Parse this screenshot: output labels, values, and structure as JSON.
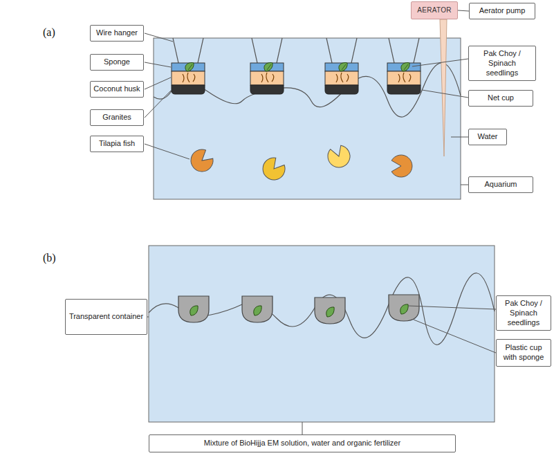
{
  "diagram": {
    "nodes": [
      {
        "text": [
          "Wire hanger"
        ]
      },
      {
        "text": [
          "Sponge"
        ]
      },
      {
        "text": [
          "Coconut husk"
        ]
      },
      {
        "text": [
          "Granites"
        ]
      },
      {
        "text": [
          "Tilapia fish"
        ]
      },
      {
        "text": [
          "AERATOR"
        ]
      },
      {
        "text": [
          "Aerator pump"
        ]
      },
      {
        "text": [
          "Pak Choy / Spinach seedlings"
        ]
      },
      {
        "text": [
          "Net cup"
        ]
      },
      {
        "text": [
          "Water"
        ]
      },
      {
        "text": [
          "Aquarium"
        ]
      },
      {
        "text": [
          "Transparent container"
        ]
      },
      {
        "text": [
          "Pak Choy / Spinach seedlings"
        ]
      },
      {
        "text": [
          "Plastic cup with sponge"
        ]
      },
      {
        "text": [
          "Mixture of BioHijja EM solution, water and organic fertilizer"
        ]
      }
    ],
    "edges": [
      {
        "from": 5,
        "to": 6,
        "arrow": "none"
      }
    ],
    "labels": [
      "(a)",
      "(b)"
    ]
  }
}
